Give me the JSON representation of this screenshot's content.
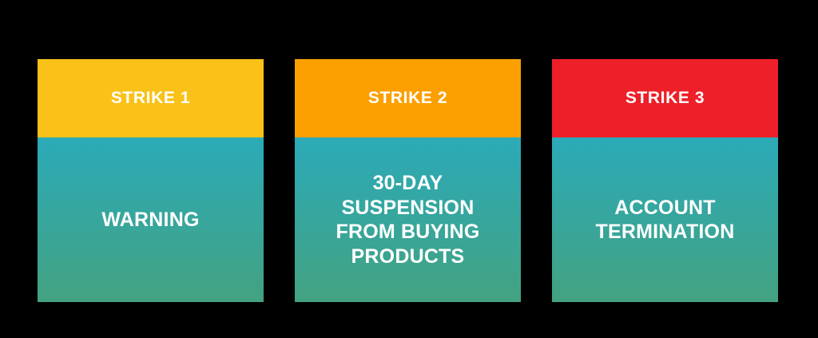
{
  "graphic": {
    "type": "three-strike-policy",
    "background_color": "#000000",
    "body_gradient": {
      "from": "#2BAAB8",
      "to": "#43A281",
      "direction": "top-to-bottom"
    },
    "text_color": "#FFFFFF"
  },
  "cards": [
    {
      "id": "strike-1",
      "header_label": "STRIKE 1",
      "header_color": "#FAC218",
      "body_lines": [
        "WARNING"
      ]
    },
    {
      "id": "strike-2",
      "header_label": "STRIKE 2",
      "header_color": "#FBA000",
      "body_lines": [
        "30-DAY",
        "SUSPENSION",
        "FROM BUYING",
        "PRODUCTS"
      ]
    },
    {
      "id": "strike-3",
      "header_label": "STRIKE 3",
      "header_color": "#ED1F28",
      "body_lines": [
        "ACCOUNT",
        "TERMINATION"
      ]
    }
  ]
}
